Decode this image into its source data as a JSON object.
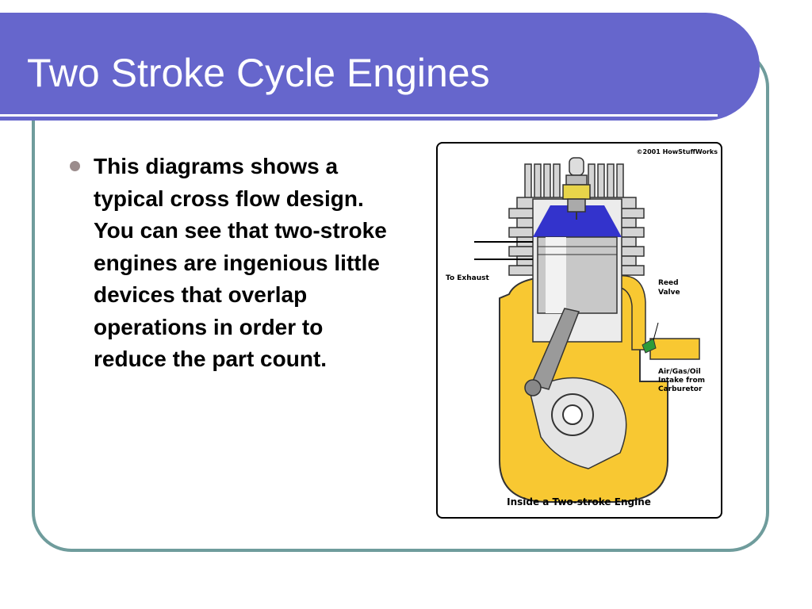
{
  "slide": {
    "title": "Two Stroke Cycle Engines",
    "bullets": [
      "This diagrams shows a typical cross flow design. You can see that two-stroke engines are ingenious little devices that overlap operations in order to reduce the part count."
    ]
  },
  "diagram": {
    "copyright": "©2001 HowStuffWorks",
    "labels": {
      "exhaust": "To Exhaust",
      "reed_valve_1": "Reed",
      "reed_valve_2": "Valve",
      "intake_1": "Air/Gas/Oil",
      "intake_2": "Intake from",
      "intake_3": "Carburetor"
    },
    "caption": "Inside a Two-stroke Engine"
  },
  "colors": {
    "title_bar": "#6666cc",
    "frame_border": "#6f9c9c",
    "bullet": "#9b8c8c",
    "fuel_yellow": "#f8c832",
    "combustion_blue": "#3333cc"
  }
}
